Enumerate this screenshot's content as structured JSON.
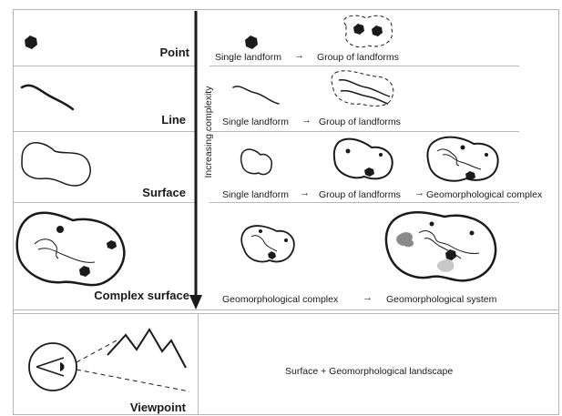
{
  "axis": {
    "label": "Increasing complexity"
  },
  "rows": {
    "point": {
      "title": "Point",
      "single": "Single landform",
      "group": "Group of landforms"
    },
    "line": {
      "title": "Line",
      "single": "Single landform",
      "group": "Group of landforms"
    },
    "surface": {
      "title": "Surface",
      "single": "Single landform",
      "group": "Group of landforms",
      "complex": "Geomorphological complex"
    },
    "complex_surface": {
      "title": "Complex surface",
      "complex": "Geomorphological complex",
      "system": "Geomorphological system"
    },
    "viewpoint": {
      "title": "Viewpoint",
      "description": "Surface + Geomorphological landscape"
    }
  },
  "arrow_glyph": "→",
  "colors": {
    "ink": "#1a1a1a",
    "grid": "#b8b8b8",
    "shade_dark": "#8a8a8a",
    "shade_light": "#c8c8c8"
  }
}
